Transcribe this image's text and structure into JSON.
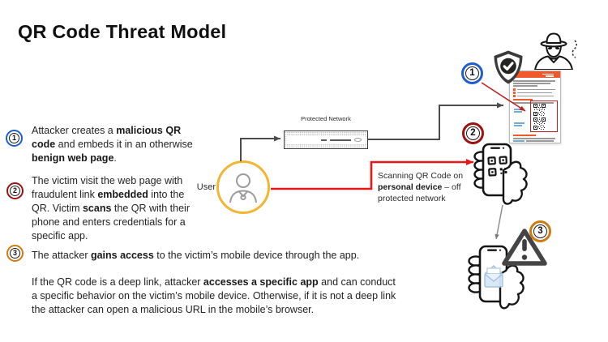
{
  "title": "QR Code Threat Model",
  "steps": [
    {
      "num": "1",
      "ring": "#1d5fd2",
      "seg": [
        "Attacker creates a ",
        "malicious QR code",
        " and embeds it in an otherwise ",
        "benign web page",
        "."
      ]
    },
    {
      "num": "2",
      "ring": "#9e1212",
      "seg": [
        "The victim visit the web page with fraudulent link ",
        "embedded",
        " into the QR. Victim ",
        "scans",
        " the QR with their phone and enters credentials for a specific app."
      ]
    },
    {
      "num": "3",
      "ring": "#d2790f",
      "seg": [
        "The attacker ",
        "gains access",
        " to the victim’s mobile device through the app."
      ]
    }
  ],
  "closing": {
    "lines": [
      [
        "If the QR code is a deep link, attacker ",
        "accesses a specific app",
        " and can conduct"
      ],
      [
        "a specific behavior on the victim’s mobile device. Otherwise, if it is not a deep link",
        "",
        ""
      ],
      [
        "the attacker can open a malicious URL in the mobile’s browser.",
        "",
        ""
      ]
    ]
  },
  "diagram": {
    "network_label": "Protected Network",
    "user_label": "User",
    "scan_note_seg": [
      "Scanning QR Code on ",
      "personal device",
      " – off protected network"
    ],
    "icon_names": [
      "hacker-icon",
      "shield-check-icon",
      "phishing-page-thumbnail",
      "qr-code-icon",
      "qr-phone-icon",
      "warning-triangle-icon",
      "mail-phone-icon",
      "user-icon",
      "firewall-appliance-icon"
    ],
    "colors": {
      "accent_orange": "#f1592a",
      "badge_blue_ring": "#1d5fd2",
      "badge_red_ring": "#9e1212",
      "badge_orange_ring": "#d2790f",
      "user_circle_yellow": "#f2b632",
      "arrow_red": "#e81616",
      "connector_gray": "#4c4c4c",
      "qr_highlight_red": "#c51f1f"
    }
  }
}
